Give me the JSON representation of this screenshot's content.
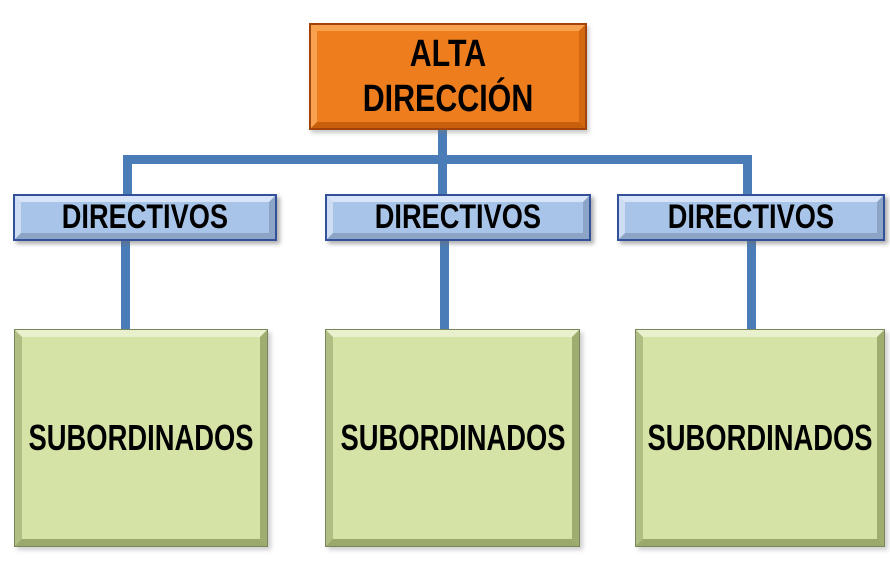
{
  "diagram": {
    "type": "org-chart",
    "background_color": "#FFFFFF",
    "connector_color": "#4A7CB8",
    "text_color": "#000000",
    "root": {
      "label": "ALTA DIRECCIÓN",
      "fill": "#EE7D1E",
      "border": "#A0430C"
    },
    "managers": [
      {
        "label": "DIRECTIVOS",
        "fill": "#A8C5E9",
        "border": "#33519B"
      },
      {
        "label": "DIRECTIVOS",
        "fill": "#A8C5E9",
        "border": "#33519B"
      },
      {
        "label": "DIRECTIVOS",
        "fill": "#A8C5E9",
        "border": "#33519B"
      }
    ],
    "subordinates": [
      {
        "label": "SUBORDINADOS",
        "fill": "#D6E3A6",
        "border": "#79855B"
      },
      {
        "label": "SUBORDINADOS",
        "fill": "#D6E3A6",
        "border": "#79855B"
      },
      {
        "label": "SUBORDINADOS",
        "fill": "#D6E3A6",
        "border": "#79855B"
      }
    ],
    "hierarchy": "ALTA DIRECCIÓN > DIRECTIVOS (x3) > SUBORDINADOS (x3)"
  }
}
